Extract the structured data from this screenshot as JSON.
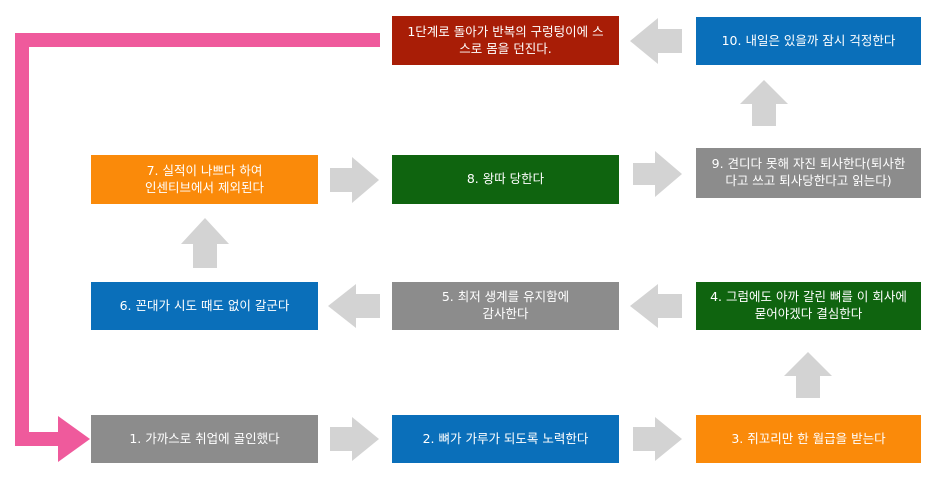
{
  "colors": {
    "gray": "#8c8c8c",
    "blue": "#0a6fba",
    "orange": "#fa8a0a",
    "green": "#0f640f",
    "red": "#a81d06",
    "arrow": "#d3d3d3",
    "loop_line": "#ef5a9c"
  },
  "steps": [
    {
      "id": 1,
      "text": "1. 가까스로 취업에 골인했다",
      "color": "gray"
    },
    {
      "id": 2,
      "text": "2. 뼈가 가루가 되도록 노력한다",
      "color": "blue"
    },
    {
      "id": 3,
      "text": "3. 쥐꼬리만 한 월급을 받는다",
      "color": "orange"
    },
    {
      "id": 4,
      "text": "4. 그럼에도 아까 갈린 뼈를 이 회사에\n묻어야겠다 결심한다",
      "color": "green"
    },
    {
      "id": 5,
      "text": "5. 최저 생계를 유지함에\n감사한다",
      "color": "gray"
    },
    {
      "id": 6,
      "text": "6. 꼰대가 시도 때도 없이 갈군다",
      "color": "blue"
    },
    {
      "id": 7,
      "text": "7. 실적이 나쁘다 하여\n인센티브에서 제외된다",
      "color": "orange"
    },
    {
      "id": 8,
      "text": "8. 왕따 당한다",
      "color": "green"
    },
    {
      "id": 9,
      "text": "9. 견디다 못해 자진 퇴사한다(퇴사한\n다고 쓰고 퇴사당한다고 읽는다)",
      "color": "gray"
    },
    {
      "id": 10,
      "text": "10. 내일은 있을까 잠시 걱정한다",
      "color": "blue"
    },
    {
      "id": 11,
      "text": "1단계로 돌아가 반복의 구렁텅이에 스\n스로 몸을 던진다.",
      "color": "red"
    }
  ]
}
